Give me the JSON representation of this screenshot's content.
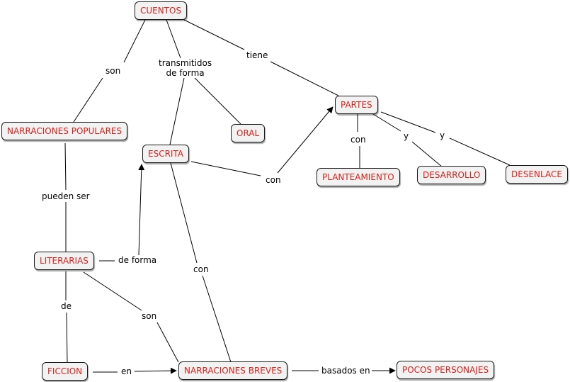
{
  "colors": {
    "node_text": "#e0201a",
    "node_bg": "#f2f2f2",
    "link": "#000000"
  },
  "nodes": {
    "cuentos": "CUENTOS",
    "narraciones_populares": "NARRACIONES POPULARES",
    "oral": "ORAL",
    "escrita": "ESCRITA",
    "partes": "PARTES",
    "planteamiento": "PLANTEAMIENTO",
    "desarrollo": "DESARROLLO",
    "desenlace": "DESENLACE",
    "literarias": "LITERARIAS",
    "ficcion": "FICCION",
    "narraciones_breves": "NARRACIONES BREVES",
    "pocos_personajes": "POCOS PERSONAJES"
  },
  "links": {
    "son_top": "son",
    "transmitidos": "transmitidos\nde forma",
    "tiene": "tiene",
    "con_escrita_partes": "con",
    "con_partes": "con",
    "y_desarrollo": "y",
    "y_desenlace": "y",
    "pueden_ser": "pueden ser",
    "de_forma": "de forma",
    "con_escrita_breves": "con",
    "de": "de",
    "son_literarias": "son",
    "en": "en",
    "basados_en": "basados en"
  }
}
